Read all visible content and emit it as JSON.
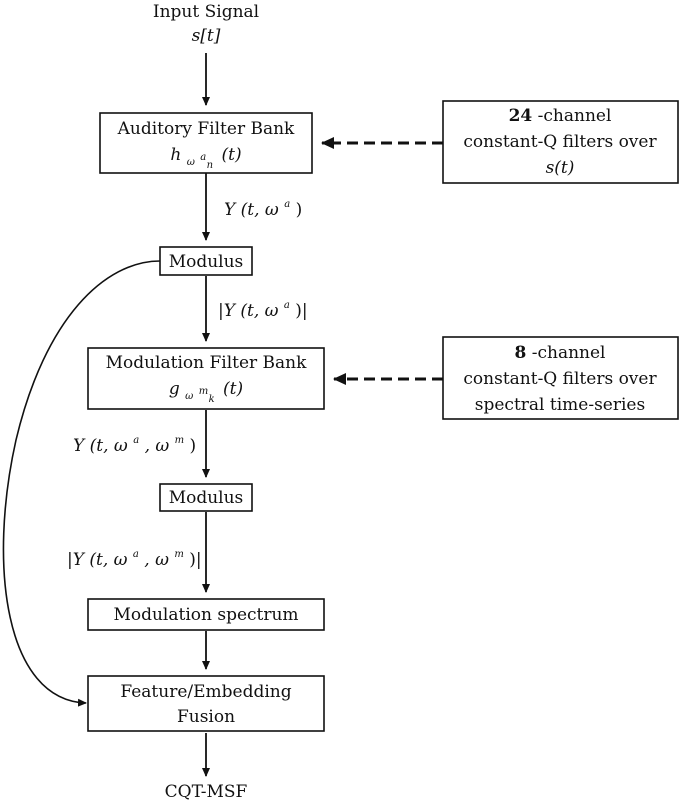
{
  "input": {
    "title": "Input Signal",
    "symbol": "s[t]"
  },
  "blocks": {
    "auditory_filter_bank": {
      "label": "Auditory Filter Bank",
      "math_base": "h",
      "math_sub_base": "ω",
      "math_sub_sup": "a",
      "math_sub_sub": "n",
      "math_arg": "(t)"
    },
    "modulus_1": {
      "label": "Modulus"
    },
    "modulation_filter_bank": {
      "label": "Modulation Filter Bank",
      "math_base": "g",
      "math_sub_base": "ω",
      "math_sub_sup": "m",
      "math_sub_sub": "k",
      "math_arg": "(t)"
    },
    "modulus_2": {
      "label": "Modulus"
    },
    "modulation_spectrum": {
      "label": "Modulation spectrum"
    },
    "fusion": {
      "line1": "Feature/Embedding",
      "line2": "Fusion"
    }
  },
  "side_notes": {
    "auditory": {
      "count": "24",
      "line1_suffix": "-channel",
      "line2": "constant-Q filters over",
      "line3": "s(t)"
    },
    "modulation": {
      "count": "8",
      "line1_suffix": "-channel",
      "line2": "constant-Q filters over",
      "line3": "spectral time-series"
    }
  },
  "edge_labels": {
    "y_t_wa": {
      "prefix": "Y",
      "body": "(t,  ω",
      "sup": "a",
      "suffix": ")"
    },
    "abs_y_t_wa": {
      "prefix": "|Y",
      "body": "(t,  ω",
      "sup": "a",
      "suffix": ")|"
    },
    "y_t_wa_wm": {
      "prefix": "Y",
      "body": "(t, ω",
      "sup1": "a",
      "middle": ", ω",
      "sup2": "m",
      "suffix": ")"
    },
    "abs_y_t_wa_wm": {
      "prefix": "|Y",
      "body": "(t, ω",
      "sup1": "a",
      "middle": ", ω",
      "sup2": "m",
      "suffix": ")|"
    }
  },
  "output": {
    "label": "CQT-MSF"
  },
  "colors": {
    "ink": "#111111",
    "background": "#ffffff"
  }
}
